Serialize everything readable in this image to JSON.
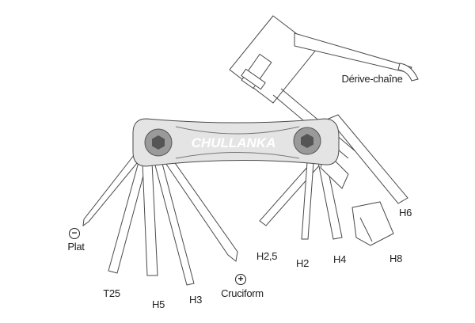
{
  "brand": "CHULLANKA",
  "labels": {
    "chain_tool": "Dérive-chaîne",
    "flat": "Plat",
    "flat_symbol": "−",
    "t25": "T25",
    "h5": "H5",
    "h3": "H3",
    "cross": "Cruciform",
    "cross_symbol": "+",
    "h2_5": "H2,5",
    "h2": "H2",
    "h4": "H4",
    "h8": "H8",
    "h6": "H6"
  },
  "colors": {
    "body": "#e4e4e4",
    "outline": "#4a4a4a",
    "bolt": "#9a9a9a",
    "bolt_head": "#555555"
  }
}
